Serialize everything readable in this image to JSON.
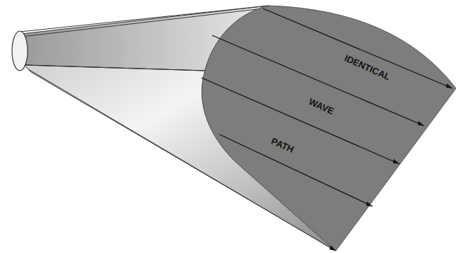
{
  "diagram": {
    "labels": [
      "IDENTICAL",
      "WAVE",
      "PATH"
    ]
  }
}
